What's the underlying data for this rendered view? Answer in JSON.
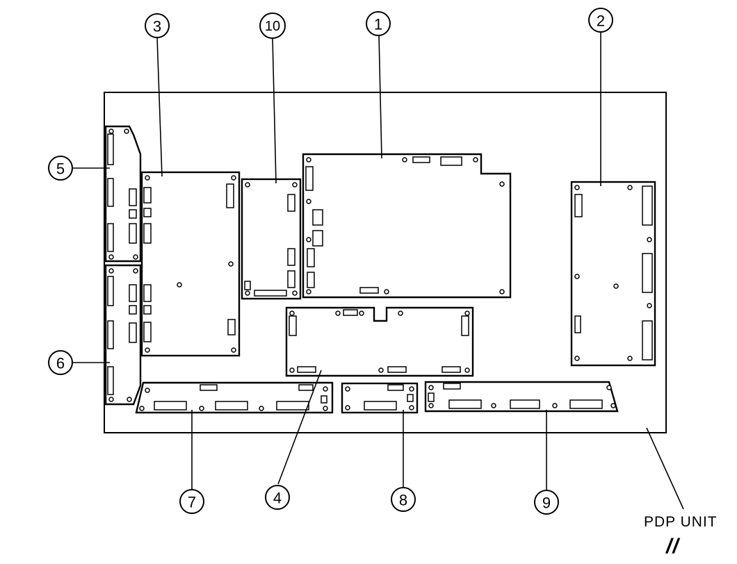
{
  "callouts": [
    "1",
    "2",
    "3",
    "4",
    "5",
    "6",
    "7",
    "8",
    "9",
    "10"
  ],
  "unit_label": "PDP UNIT",
  "unit_mark": "//",
  "colors": {
    "line": "#000000",
    "background": "#ffffff"
  }
}
